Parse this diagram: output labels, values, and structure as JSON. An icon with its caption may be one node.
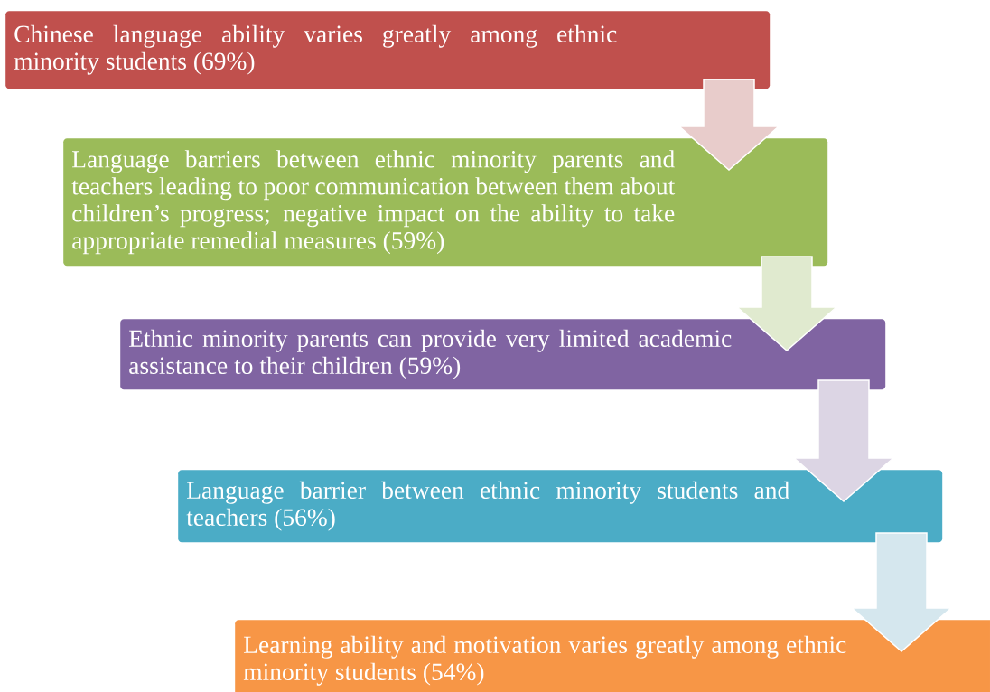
{
  "diagram": {
    "nodes": [
      {
        "text": [
          "Chinese language ability varies greatly among ethnic minority students (69%)"
        ]
      },
      {
        "text": [
          "Language barriers between ethnic minority parents and teachers leading to poor communication between them about children’s progress; negative impact on the ability to take appropriate remedial measures (59%)"
        ]
      },
      {
        "text": [
          "Ethnic minority parents can provide very limited academic assistance to their children (59%)"
        ]
      },
      {
        "text": [
          "Language barrier between ethnic minority students and teachers (56%)"
        ]
      },
      {
        "text": [
          "Learning ability and motivation varies greatly among ethnic minority students (54%)"
        ]
      }
    ],
    "edges": [
      {
        "from": 0,
        "to": 1,
        "arrow": "to",
        "color": "#e8cccb"
      },
      {
        "from": 1,
        "to": 2,
        "arrow": "to",
        "color": "#e0eacf"
      },
      {
        "from": 2,
        "to": 3,
        "arrow": "to",
        "color": "#dcd5e4"
      },
      {
        "from": 3,
        "to": 4,
        "arrow": "to",
        "color": "#d5e7ee"
      }
    ]
  }
}
